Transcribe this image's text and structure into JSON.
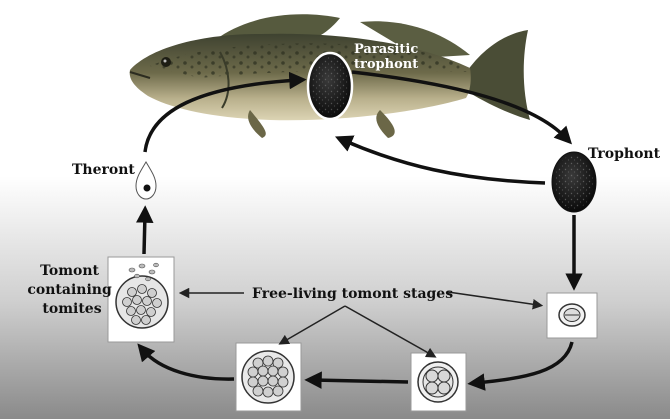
{
  "labels": {
    "parasitic_trophont": [
      "Parasitic",
      "trophont"
    ],
    "trophont": "Trophont",
    "theront": "Theront",
    "tomont": [
      "Tomont",
      "containing",
      "tomites"
    ],
    "free_living": "Free-living tomont stages"
  },
  "colors": {
    "background_top": "#ffffff",
    "background_bottom": "#8a8a8a",
    "arrow": "#111111",
    "cell_dark": "#1a1a1a",
    "fish_back": "#4a4d36",
    "fish_belly": "#d2c9a6"
  }
}
